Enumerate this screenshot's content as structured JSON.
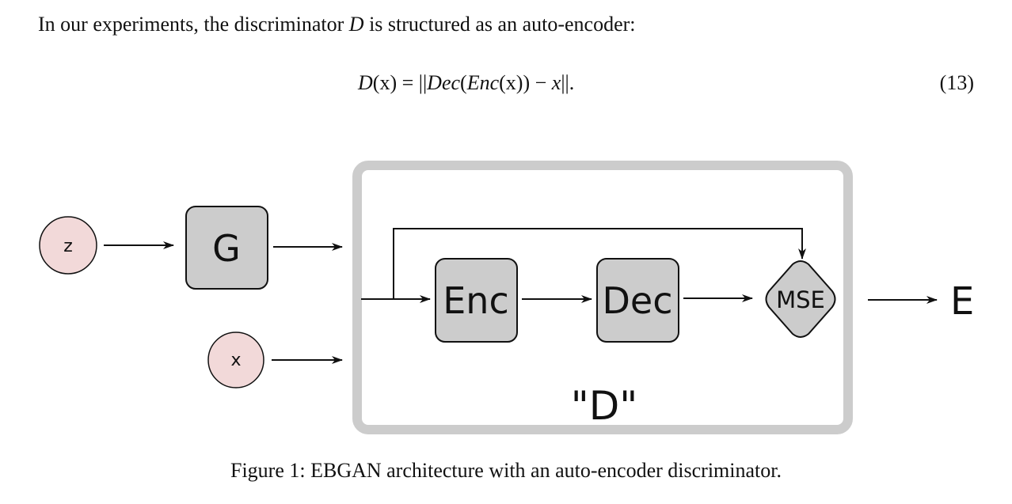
{
  "paragraph": {
    "text_before": "In our experiments, the discriminator ",
    "symbol": "D",
    "text_after": " is structured as an auto-encoder:"
  },
  "equation": {
    "lhs": "D",
    "lhs_arg": "(x) = ||",
    "dec": "Dec",
    "open_paren": "(",
    "enc": "Enc",
    "enc_arg": "(x)) − ",
    "x": "x",
    "end": "||.",
    "number": "(13)"
  },
  "diagram": {
    "z_label": "z",
    "x_label": "x",
    "g_label": "G",
    "enc_label": "Enc",
    "dec_label": "Dec",
    "mse_label": "MSE",
    "d_label": "\"D\"",
    "e_label": "E",
    "colors": {
      "input_fill": "#f2d9d9",
      "block_fill": "#cccccc",
      "frame_stroke": "#cccccc",
      "stroke": "#111111"
    }
  },
  "caption": "Figure 1:  EBGAN architecture with an auto-encoder discriminator."
}
